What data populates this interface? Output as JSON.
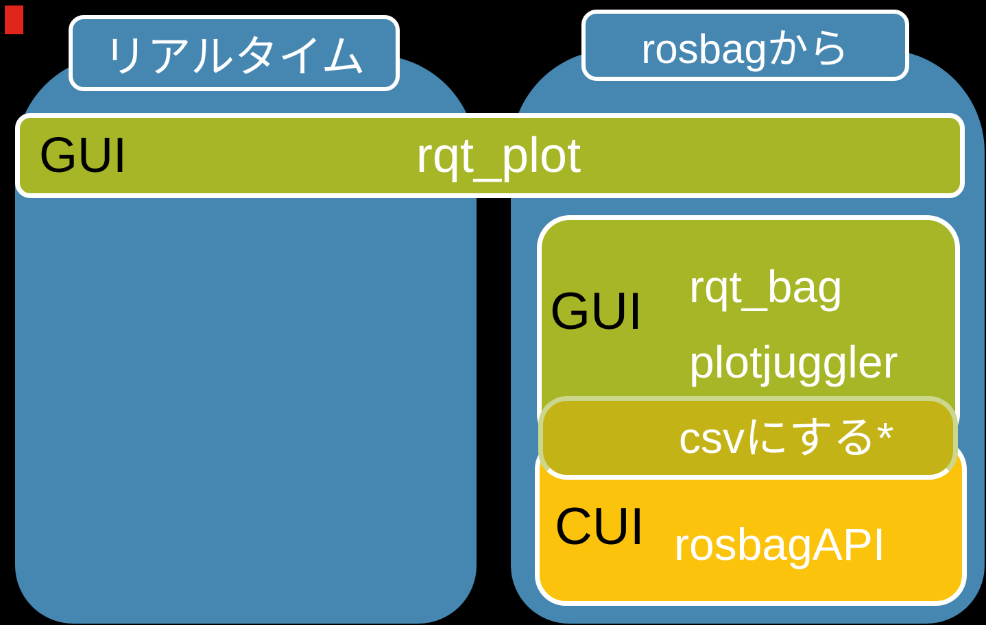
{
  "colors": {
    "background": "#000000",
    "column_blue": "#4687b2",
    "green": "#a6b626",
    "olive": "#c3b317",
    "orange": "#fcc30d",
    "pale_border": "#ccd78e",
    "white": "#ffffff",
    "black_text": "#000000",
    "red_marker": "#e0251c"
  },
  "columns": {
    "left": {
      "header": "リアルタイム"
    },
    "right": {
      "header": "rosbagから"
    }
  },
  "gui_bar": {
    "label": "GUI",
    "tool": "rqt_plot"
  },
  "rqtbag_box": {
    "label": "GUI",
    "tools": [
      "rqt_bag",
      "plotjuggler"
    ]
  },
  "csv_bar": {
    "note": "csvにする*"
  },
  "cui_box": {
    "label": "CUI",
    "tool": "rosbagAPI"
  }
}
